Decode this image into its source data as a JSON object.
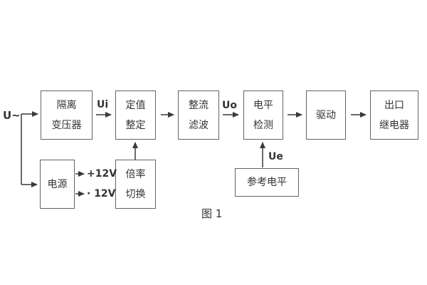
{
  "figure": {
    "caption": "图 1",
    "input_label": "U~",
    "signal_labels": {
      "ui": "Ui",
      "uo": "Uo",
      "ue": "Ue"
    },
    "power_rails": {
      "positive": "+12V",
      "negative": "· 12V"
    },
    "blocks": {
      "isolation_transformer": {
        "line1": "隔离",
        "line2": "变压器"
      },
      "setpoint_setting": {
        "line1": "定值",
        "line2": "整定"
      },
      "rectifier_filter": {
        "line1": "整流",
        "line2": "滤波"
      },
      "level_detection": {
        "line1": "电平",
        "line2": "检测"
      },
      "drive": {
        "line1": "驱动"
      },
      "output_relay": {
        "line1": "出口",
        "line2": "继电器"
      },
      "power_supply": {
        "line1": "电源"
      },
      "ratio_switch": {
        "line1": "倍率",
        "line2": "切换"
      },
      "reference_level": {
        "line1": "参考电平"
      }
    },
    "colors": {
      "line": "#3a3a3a",
      "box_border": "#636363",
      "text": "#333333",
      "background": "#ffffff"
    }
  }
}
